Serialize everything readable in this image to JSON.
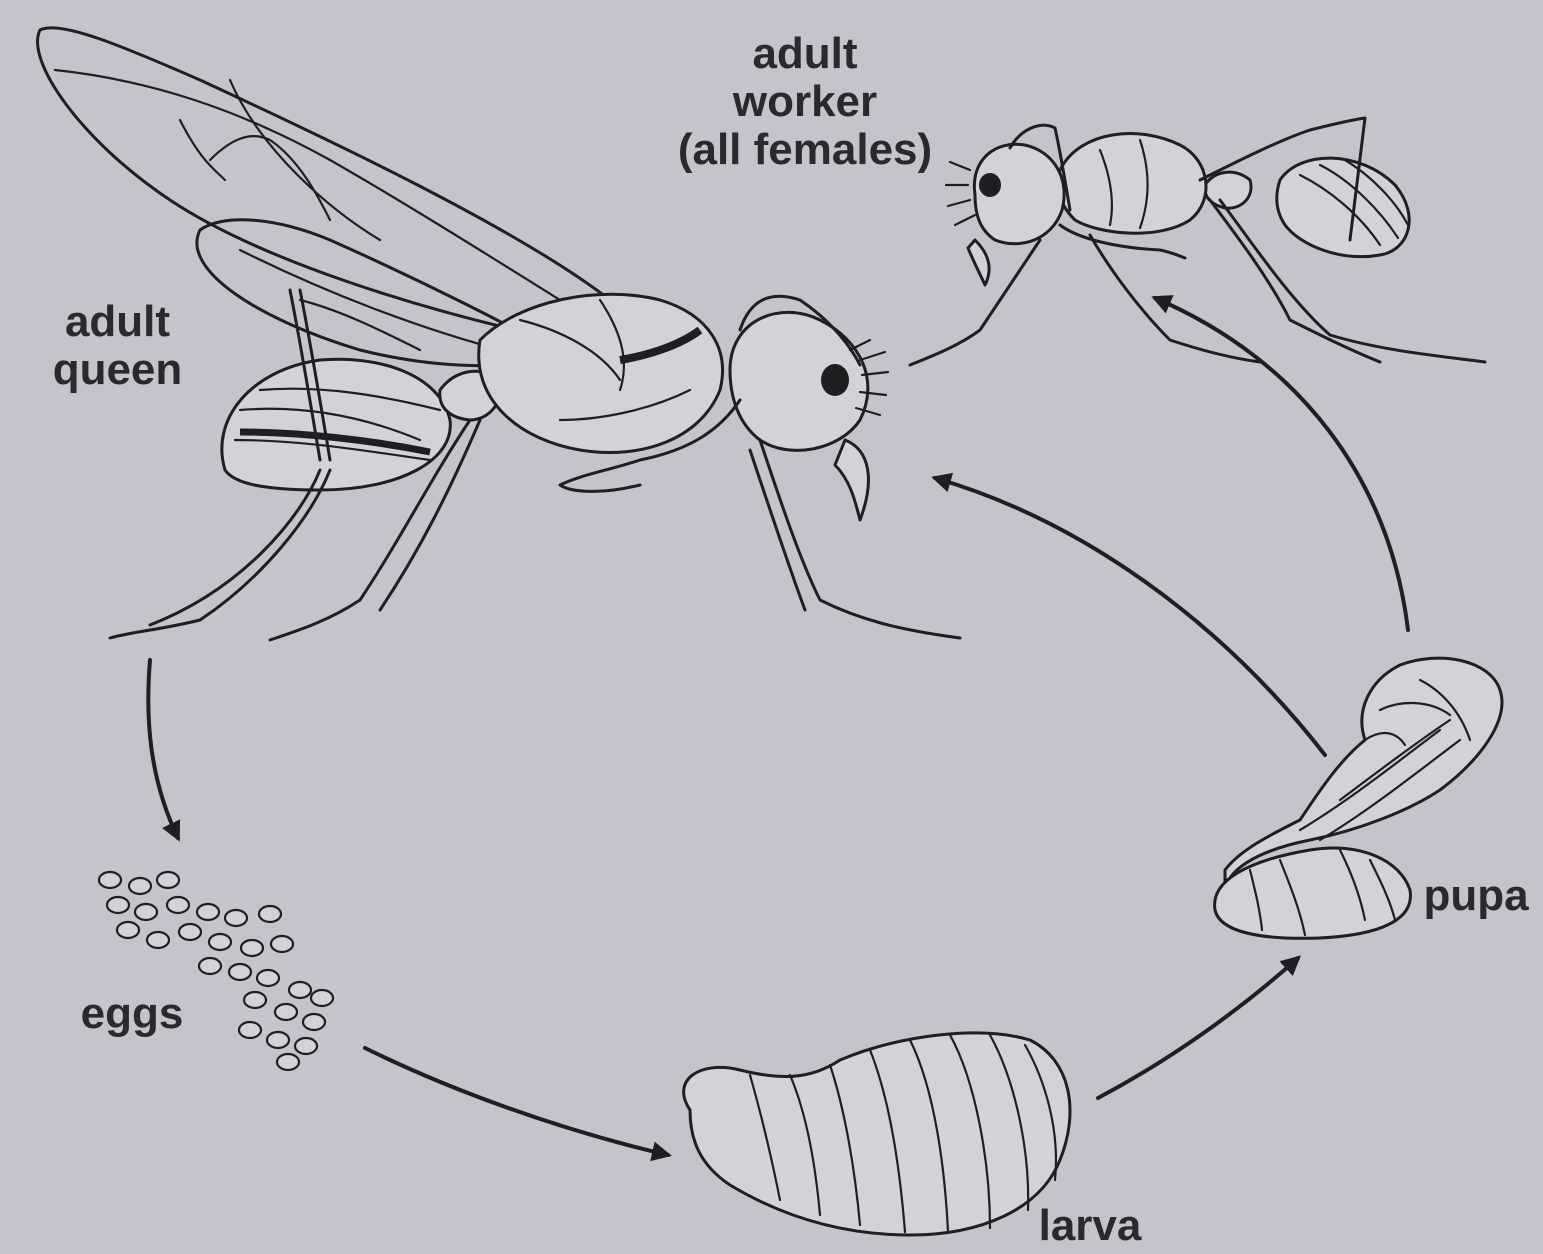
{
  "diagram": {
    "labels": {
      "worker": [
        "adult",
        "worker",
        "(all females)"
      ],
      "queen": [
        "adult",
        "queen"
      ],
      "eggs": "eggs",
      "larva": "larva",
      "pupa": "pupa"
    },
    "colors": {
      "background": "#c6c3cc",
      "ink": "#1f1f22"
    }
  }
}
